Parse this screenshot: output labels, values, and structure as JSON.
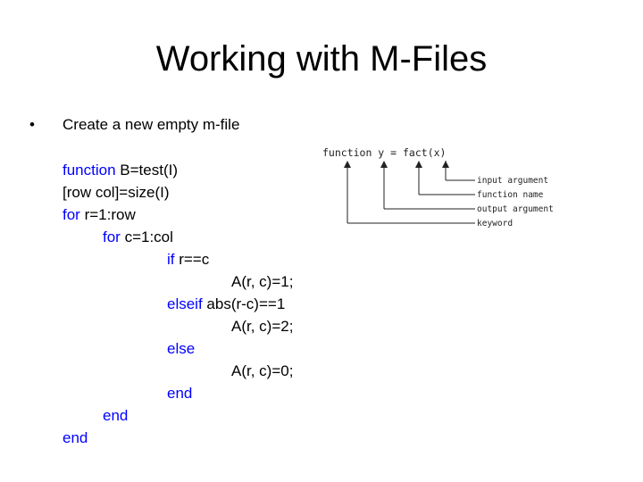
{
  "slide": {
    "title": "Working with M-Files",
    "bullet_symbol": "•",
    "bullet_text": "Create a new empty m-file"
  },
  "code": {
    "line1_kw": "function",
    "line1_rest": " B=test(I)",
    "line2": "[row col]=size(I)",
    "line3_kw": "for",
    "line3_rest": " r=1:row",
    "line4_kw": "for",
    "line4_rest": " c=1:col",
    "line5_kw": "if",
    "line5_rest": " r==c",
    "line6": "A(r, c)=1;",
    "line7_kw": "elseif",
    "line7_rest": " abs(r-c)==1",
    "line8": "A(r, c)=2;",
    "line9_kw": "else",
    "line10": "A(r, c)=0;",
    "line11_kw": "end",
    "line12_kw": "end",
    "line13_kw": "end"
  },
  "diagram": {
    "signature": "function y = fact(x)",
    "labels": [
      "input argument",
      "function name",
      "output argument",
      "keyword"
    ]
  }
}
